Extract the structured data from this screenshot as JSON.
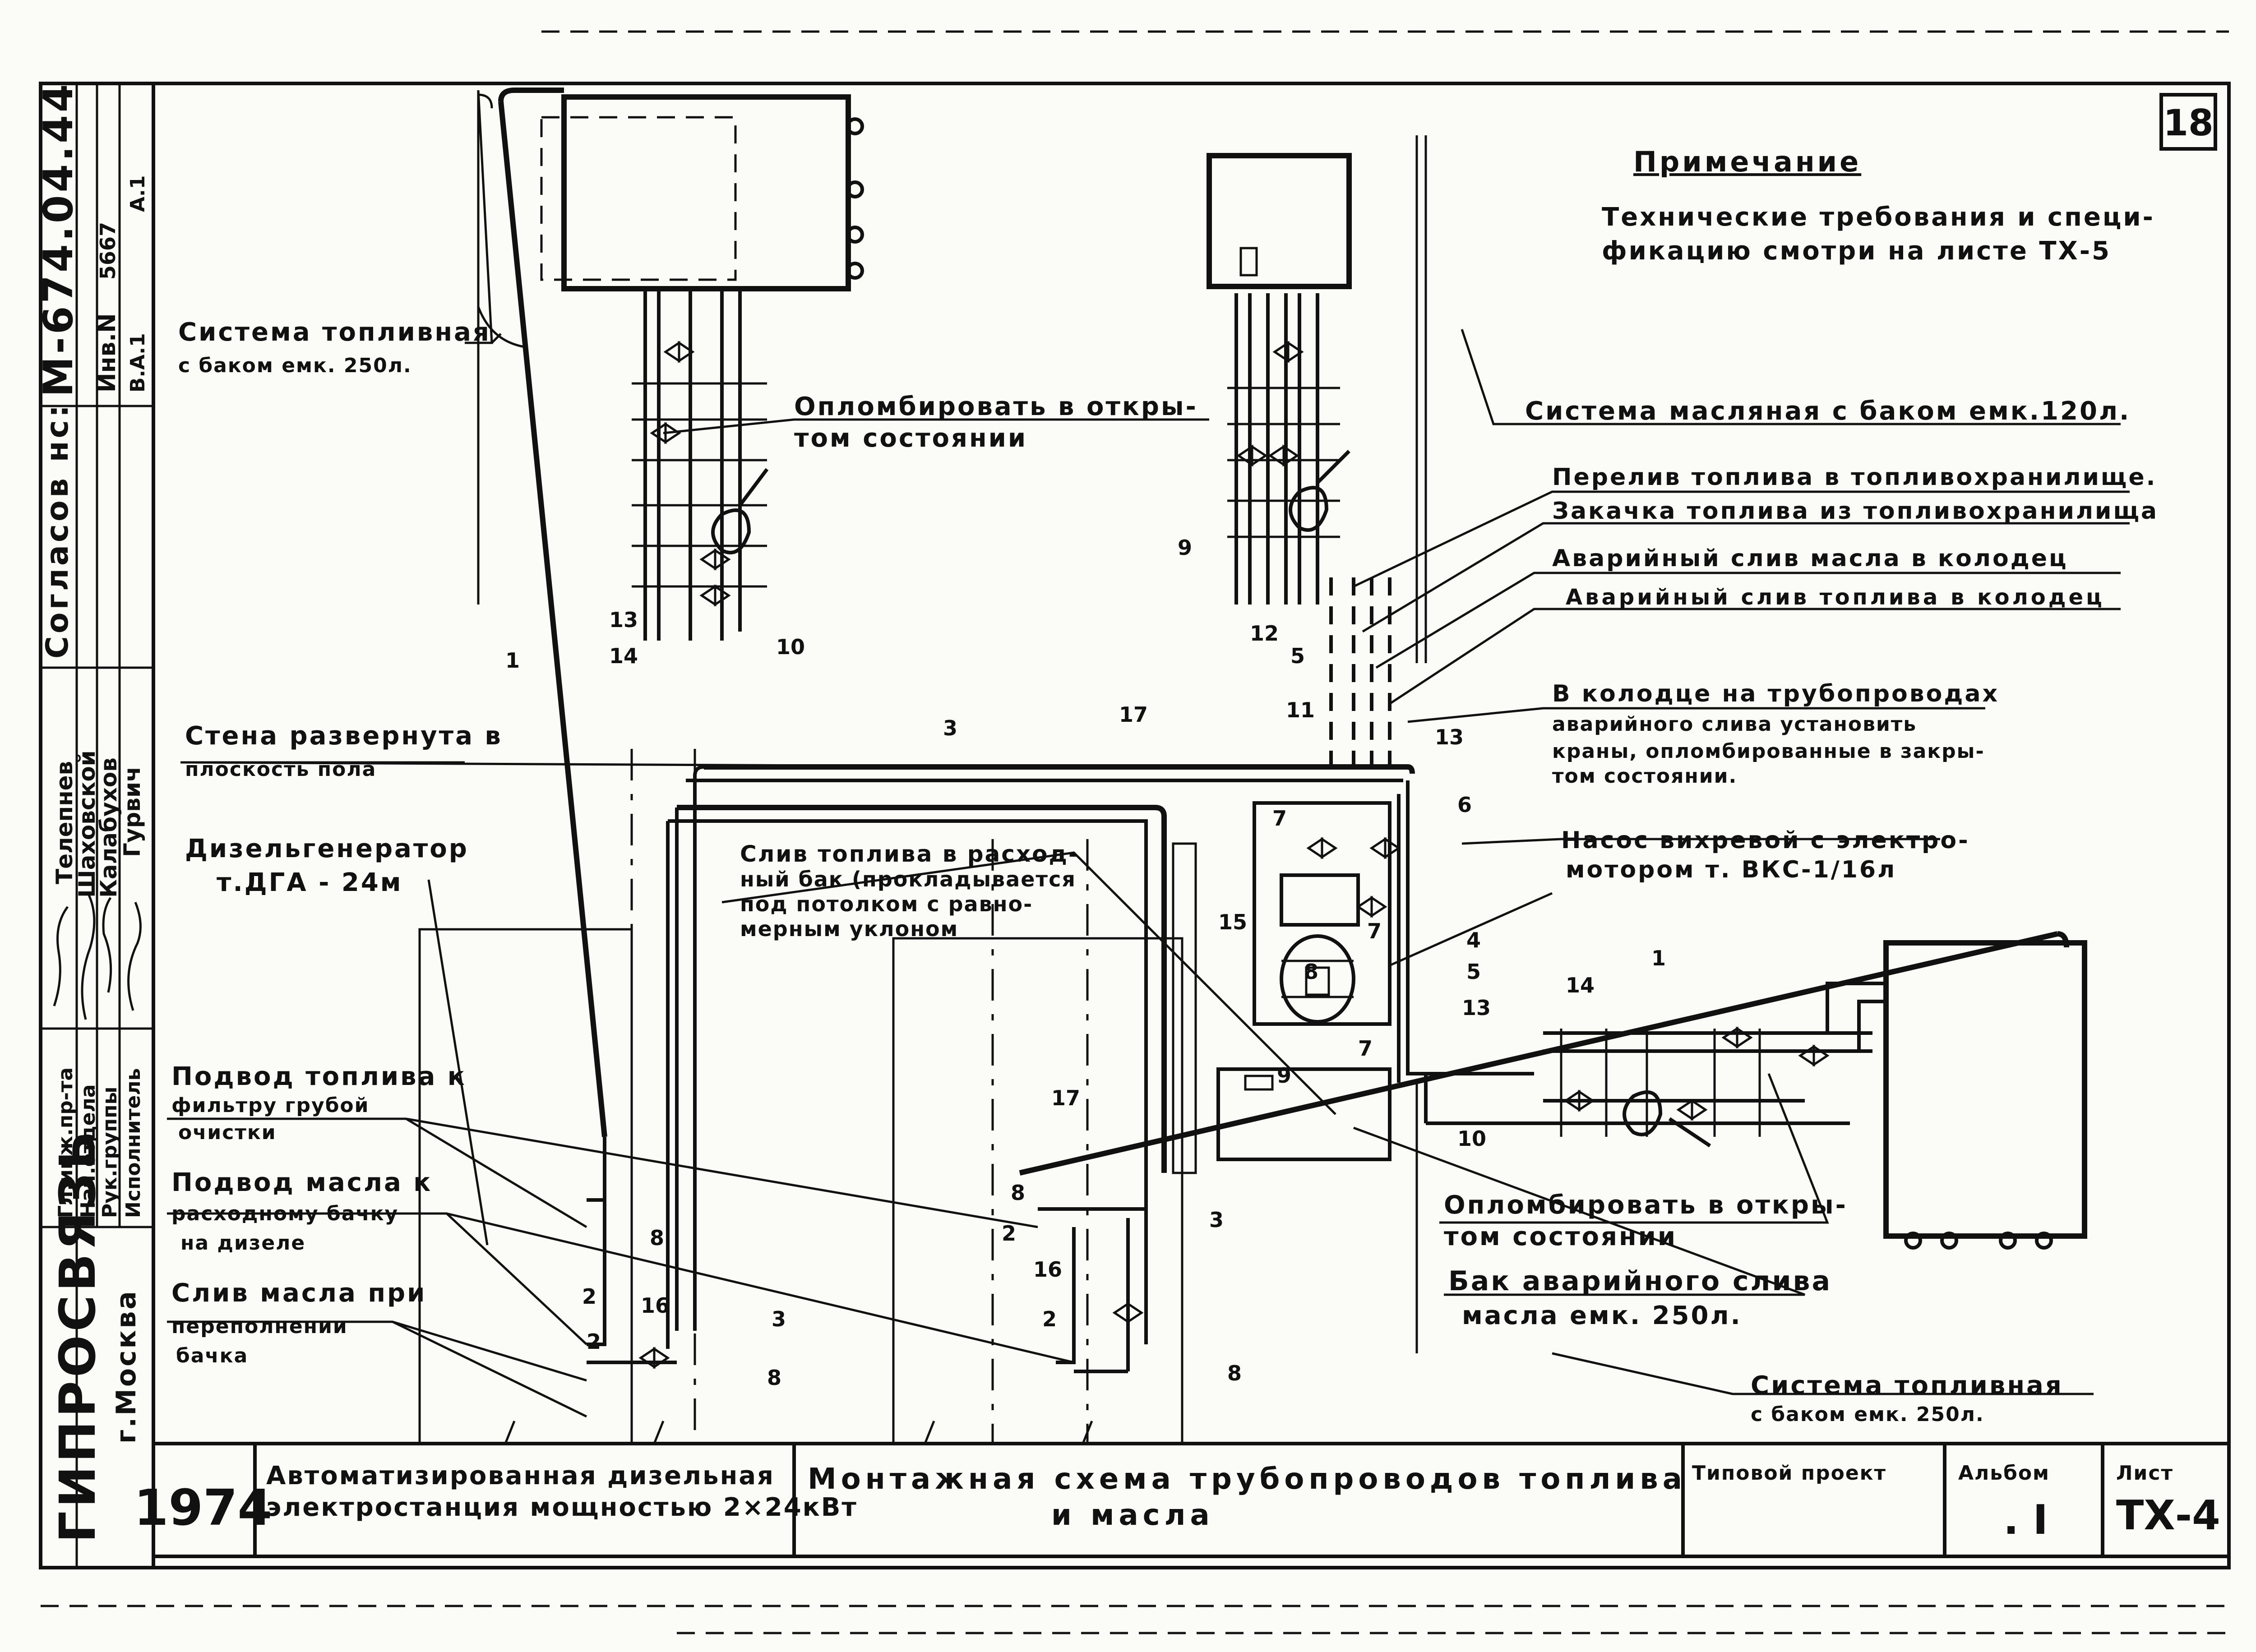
{
  "sheet_number": "18",
  "note": {
    "heading": "Примечание",
    "line1": "Технические требования и специ-",
    "line2": "фикацию смотри на листе ТХ-5"
  },
  "left_strip": {
    "doc_code": "М-674.04.44",
    "agreed": "Согласов нс:",
    "inv_label": "Инв.N",
    "inv_value": "5667",
    "cell_va1": "В.А.1",
    "cell_a1": "А.1",
    "roles": [
      "Гл.инж.пр-та",
      "Нач.отдела",
      "Рук.группы",
      "Исполнитель"
    ],
    "names": [
      "Телепнев",
      "Шаховской",
      "Калабухов",
      "Гурвич"
    ],
    "org": "ГИПРОСВЯЗЬ",
    "city": "г.Москва"
  },
  "title_block": {
    "year": "1974",
    "project_line1": "Автоматизированная дизельная",
    "project_line2": "электростанция мощностью 2×24кВт",
    "drawing_line1": "Монтажная схема трубопроводов топлива",
    "drawing_line2": "и масла",
    "type_label": "Типовой проект",
    "album_label": "Альбом",
    "album_value": ". I",
    "sheet_label": "Лист",
    "sheet_value": "ТХ-4"
  },
  "labels": {
    "fuel_system_top_1": "Система топливная",
    "fuel_system_top_2": "с баком емк. 250л.",
    "seal_open_top_1": "Опломбировать в откры-",
    "seal_open_top_2": "том состоянии",
    "oil_system": "Система масляная с баком емк.120л.",
    "overflow": "Перелив топлива в топливохранилище.",
    "pumping": "Закачка топлива из топливохранилища",
    "oil_emergency": "Аварийный слив масла в колодец",
    "fuel_emergency": "Аварийный слив топлива в колодец",
    "well_1": "В колодце на трубопроводах",
    "well_2": "аварийного слива установить",
    "well_3": "краны, опломбированные в закры-",
    "well_4": "том состоянии.",
    "wall_1": "Стена развернута в",
    "wall_2": "плоскость пола",
    "diesel_1": "Дизельгенератор",
    "diesel_2": "т.ДГА - 24м",
    "drain_1": "Слив топлива в расход-",
    "drain_2": "ный бак (прокладывается",
    "drain_3": "под потолком с равно-",
    "drain_4": "мерным уклоном",
    "pump_1": "Насос вихревой с электро-",
    "pump_2": "мотором т. ВКС-1/16л",
    "filter_1": "Подвод топлива к",
    "filter_2": "фильтру грубой",
    "filter_3": "очистки",
    "oilfeed_1": "Подвод масла к",
    "oilfeed_2": "расходному бачку",
    "oilfeed_3": "на дизеле",
    "oildrain_1": "Слив масла при",
    "oildrain_2": "переполнении",
    "oildrain_3": "бачка",
    "seal_open_right_1": "Опломбировать в откры-",
    "seal_open_right_2": "том состоянии",
    "tank_1": "Бак аварийного слива",
    "tank_2": "масла емк. 250л.",
    "fuel_system_bottom_1": "Система топливная",
    "fuel_system_bottom_2": "с баком емк. 250л."
  },
  "callouts": {
    "c1a": "1",
    "c1b": "1",
    "c2a": "2",
    "c2b": "2",
    "c2c": "2",
    "c2d": "2",
    "c3a": "3",
    "c3b": "3",
    "c3c": "3",
    "c4": "4",
    "c5a": "5",
    "c5b": "5",
    "c6": "6",
    "c7a": "7",
    "c7b": "7",
    "c7c": "7",
    "c8a": "8",
    "c8b": "8",
    "c8c": "8",
    "c8d": "8",
    "c9a": "9",
    "c9b": "9",
    "c10a": "10",
    "c10b": "10",
    "c11": "11",
    "c12": "12",
    "c13a": "13",
    "c13b": "13",
    "c13c": "13",
    "c14a": "14",
    "c14b": "14",
    "c15": "15",
    "c16a": "16",
    "c16b": "16",
    "c17a": "17",
    "c17b": "17",
    "c8e": "8"
  }
}
